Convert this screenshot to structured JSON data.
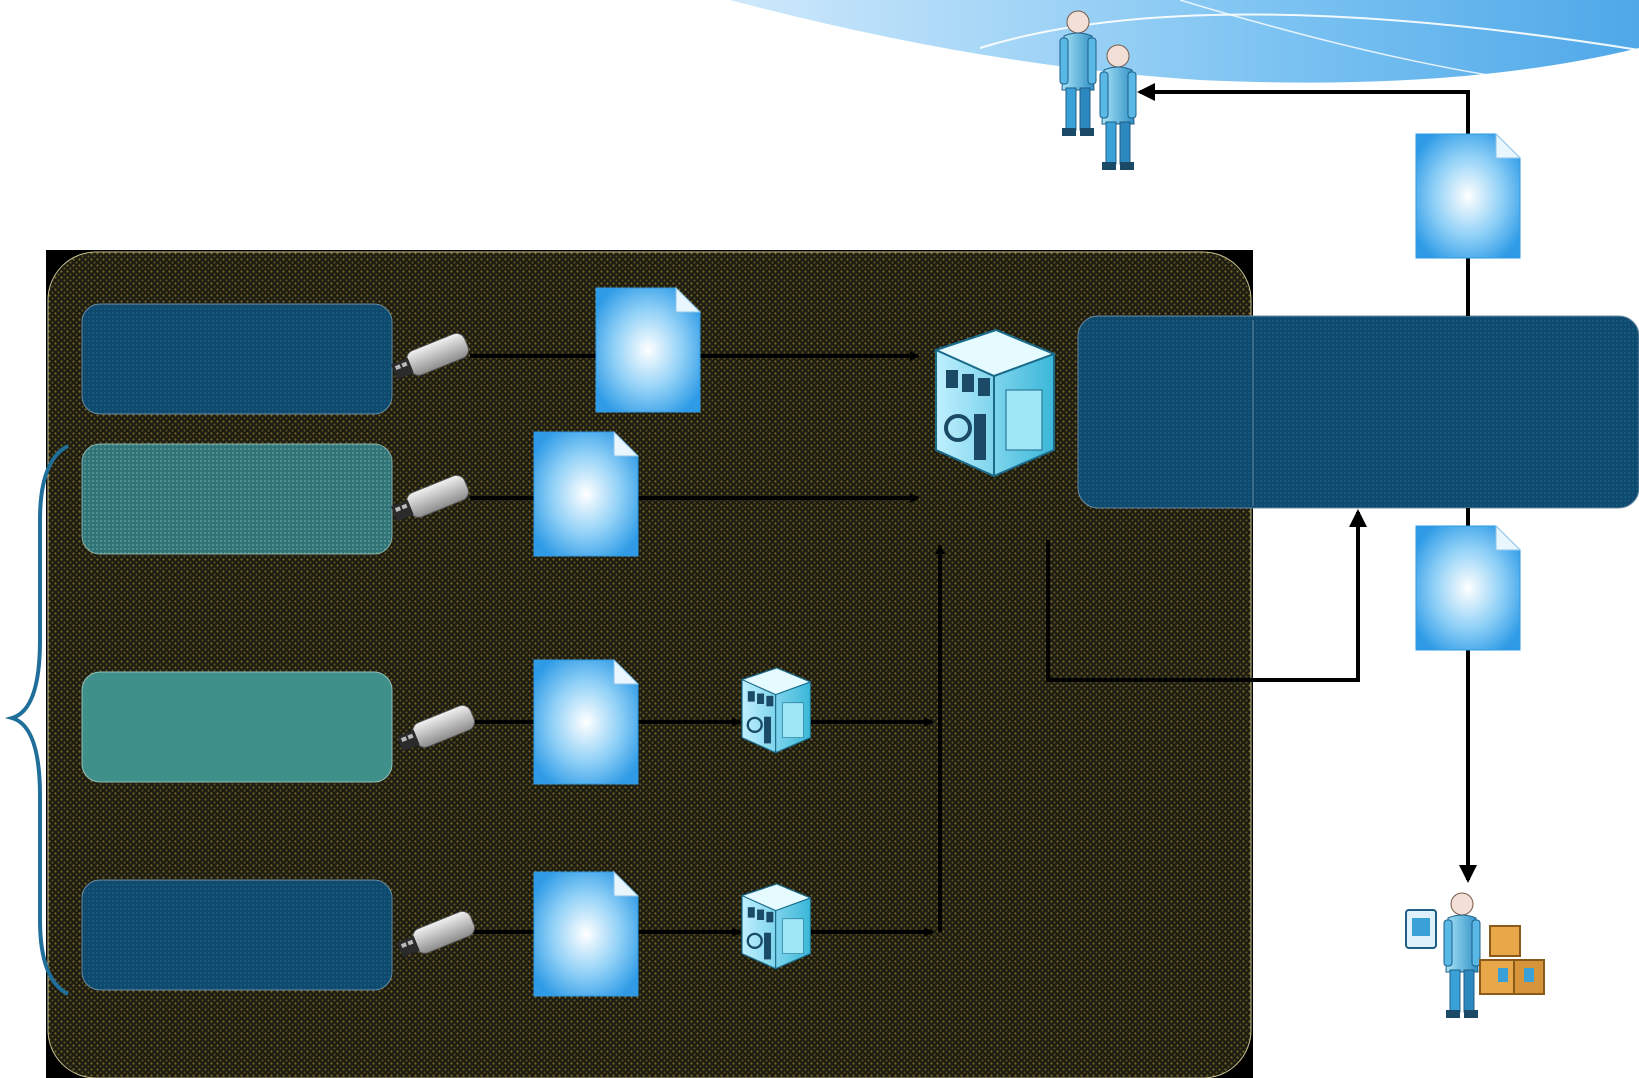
{
  "diagram": {
    "colors": {
      "background": "#ffffff",
      "panel_dark": "#1c1c12",
      "panel_dots": "#7a6a2a",
      "box_navy": "#0f4a6e",
      "box_teal": "#2e7478",
      "box_teal_light": "#3f8f8a",
      "doc_blue": "#3aa6ea",
      "arrow": "#000000",
      "brace": "#1f6f9a"
    },
    "icons": {
      "usb": "usb-drive-icon",
      "document": "document-icon",
      "server": "server-building-icon",
      "person": "person-icon",
      "shipper": "person-with-boxes-icon"
    },
    "sources": [
      {
        "id": "source-1",
        "fill": "box_navy"
      },
      {
        "id": "source-2",
        "fill": "box_teal"
      },
      {
        "id": "source-3",
        "fill": "box_teal_light"
      },
      {
        "id": "source-4",
        "fill": "box_navy"
      }
    ],
    "hub_label": "",
    "store_label": ""
  }
}
